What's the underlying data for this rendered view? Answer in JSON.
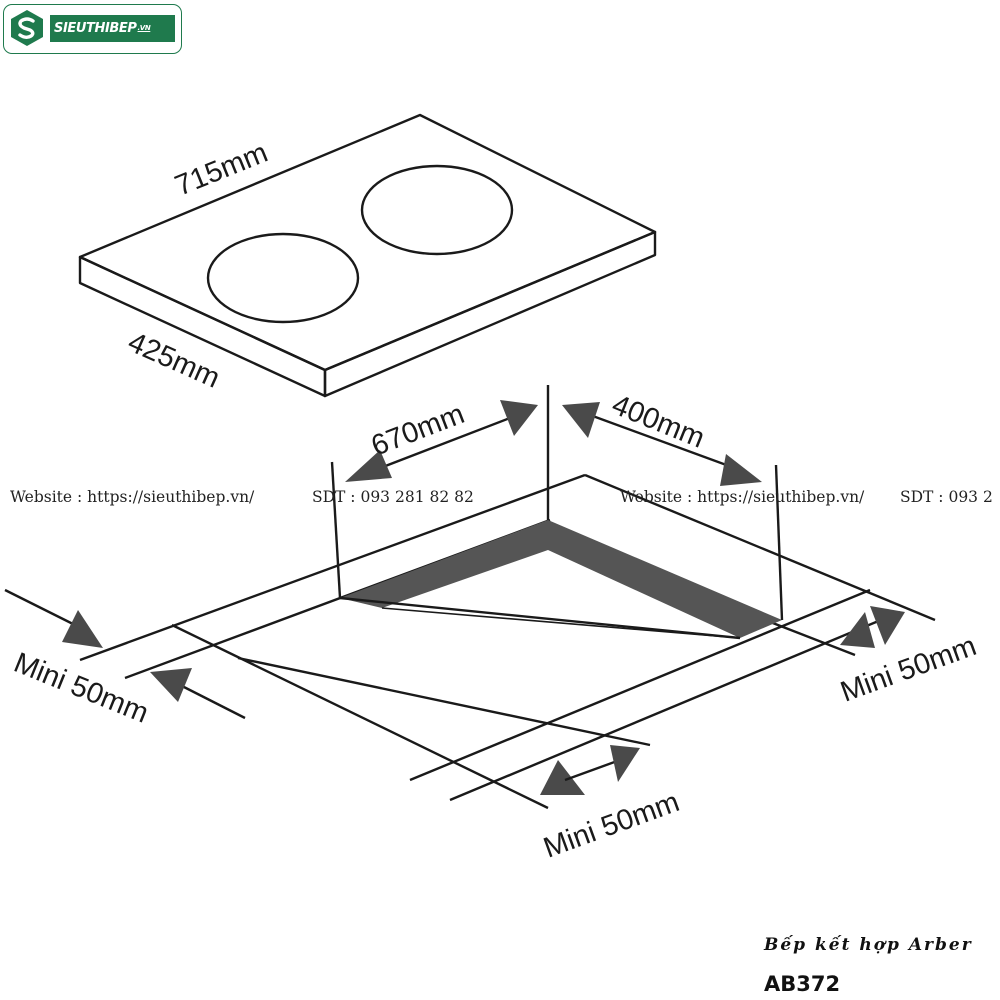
{
  "logo": {
    "name": "SIEUTHIBEP",
    "tld": ".VN",
    "color": "#1f7a4d"
  },
  "dimensions": {
    "width": "715mm",
    "depth": "425mm",
    "cutout_width": "670mm",
    "cutout_depth": "400mm",
    "clearance_left": "Mini 50mm",
    "clearance_front": "Mini 50mm",
    "clearance_right": "Mini 50mm"
  },
  "watermark": {
    "website": "Website : https://sieuthibep.vn/",
    "phone": "SDT : 093 281 82 82",
    "website_repeat": "Website : https://sieuthibep.vn/",
    "phone_repeat": "SDT : 093 2"
  },
  "product": {
    "caption": "Bếp kết hợp Arber",
    "model": "AB372"
  },
  "colors": {
    "line": "#1a1a1a",
    "arrow": "#4a4a4a",
    "cutout_band": "#555555"
  }
}
